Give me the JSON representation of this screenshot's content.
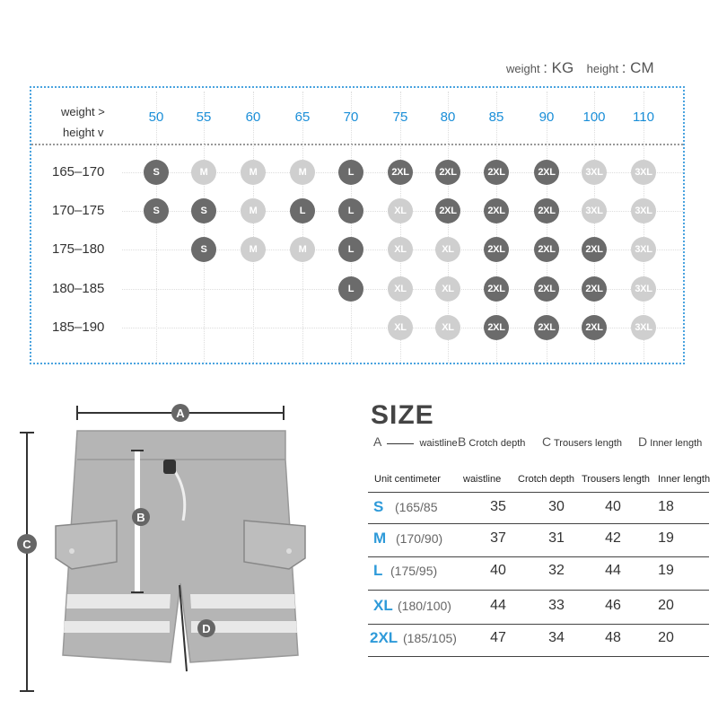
{
  "units": {
    "weight_label": "weight",
    "weight_unit": ": KG",
    "height_label": "height",
    "height_unit": ": CM"
  },
  "grid": {
    "weight_axis": "weight  >",
    "height_axis": "height  v",
    "weights": [
      "50",
      "55",
      "60",
      "65",
      "70",
      "75",
      "80",
      "85",
      "90",
      "100",
      "110"
    ],
    "heights": [
      "165–170",
      "170–175",
      "175–180",
      "180–185",
      "185–190"
    ],
    "rows": [
      [
        [
          "S",
          "dark"
        ],
        [
          "M",
          "light"
        ],
        [
          "M",
          "light"
        ],
        [
          "M",
          "light"
        ],
        [
          "L",
          "dark"
        ],
        [
          "2XL",
          "dark"
        ],
        [
          "2XL",
          "dark"
        ],
        [
          "2XL",
          "dark"
        ],
        [
          "2XL",
          "dark"
        ],
        [
          "3XL",
          "light"
        ],
        [
          "3XL",
          "light"
        ]
      ],
      [
        [
          "S",
          "dark"
        ],
        [
          "S",
          "dark"
        ],
        [
          "M",
          "light"
        ],
        [
          "L",
          "dark"
        ],
        [
          "L",
          "dark"
        ],
        [
          "XL",
          "light"
        ],
        [
          "2XL",
          "dark"
        ],
        [
          "2XL",
          "dark"
        ],
        [
          "2XL",
          "dark"
        ],
        [
          "3XL",
          "light"
        ],
        [
          "3XL",
          "light"
        ]
      ],
      [
        null,
        [
          "S",
          "dark"
        ],
        [
          "M",
          "light"
        ],
        [
          "M",
          "light"
        ],
        [
          "L",
          "dark"
        ],
        [
          "XL",
          "light"
        ],
        [
          "XL",
          "light"
        ],
        [
          "2XL",
          "dark"
        ],
        [
          "2XL",
          "dark"
        ],
        [
          "2XL",
          "dark"
        ],
        [
          "3XL",
          "light"
        ]
      ],
      [
        null,
        null,
        null,
        null,
        [
          "L",
          "dark"
        ],
        [
          "XL",
          "light"
        ],
        [
          "XL",
          "light"
        ],
        [
          "2XL",
          "dark"
        ],
        [
          "2XL",
          "dark"
        ],
        [
          "2XL",
          "dark"
        ],
        [
          "3XL",
          "light"
        ]
      ],
      [
        null,
        null,
        null,
        null,
        null,
        [
          "XL",
          "light"
        ],
        [
          "XL",
          "light"
        ],
        [
          "2XL",
          "dark"
        ],
        [
          "2XL",
          "dark"
        ],
        [
          "2XL",
          "dark"
        ],
        [
          "3XL",
          "light"
        ]
      ]
    ]
  },
  "diagram": {
    "label_a": "A",
    "label_b": "B",
    "label_c": "C",
    "label_d": "D"
  },
  "size_table": {
    "title": "SIZE",
    "legend": [
      {
        "letter": "A",
        "text": "waistline"
      },
      {
        "letter": "B",
        "text": "Crotch depth"
      },
      {
        "letter": "C",
        "text": "Trousers length"
      },
      {
        "letter": "D",
        "text": "Inner length"
      }
    ],
    "headers": [
      "Unit centimeter",
      "waistline",
      "Crotch depth",
      "Trousers length",
      "Inner length"
    ],
    "rows": [
      {
        "size": "S",
        "sub": "(165/85",
        "values": [
          "35",
          "30",
          "40",
          "18"
        ]
      },
      {
        "size": "M",
        "sub": "(170/90)",
        "values": [
          "37",
          "31",
          "42",
          "19"
        ]
      },
      {
        "size": "L",
        "sub": "(175/95)",
        "values": [
          "40",
          "32",
          "44",
          "19"
        ]
      },
      {
        "size": "XL",
        "sub": "(180/100)",
        "values": [
          "44",
          "33",
          "46",
          "20"
        ]
      },
      {
        "size": "2XL",
        "sub": "(185/105)",
        "values": [
          "47",
          "34",
          "48",
          "20"
        ]
      }
    ]
  }
}
